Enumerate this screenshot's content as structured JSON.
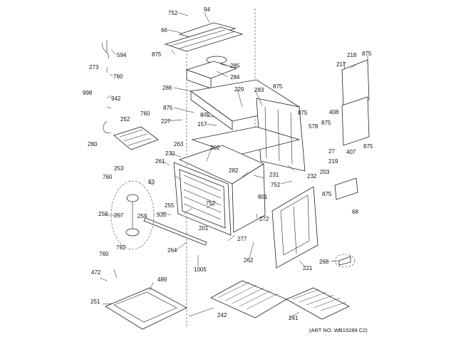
{
  "diagram": {
    "art_no": "(ART NO. WB15289 C2)",
    "labels": [
      "752",
      "94",
      "66",
      "875",
      "594",
      "285",
      "284",
      "273",
      "760",
      "286",
      "229",
      "283",
      "875",
      "218",
      "875",
      "217",
      "998",
      "942",
      "875",
      "227",
      "157",
      "875",
      "875",
      "578",
      "408",
      "875",
      "27",
      "280",
      "252",
      "760",
      "263",
      "202",
      "230",
      "261",
      "219",
      "407",
      "875",
      "253",
      "760",
      "282",
      "231",
      "203",
      "232",
      "752",
      "875",
      "83",
      "801",
      "258",
      "257",
      "259",
      "255",
      "752",
      "272",
      "68",
      "935",
      "201",
      "277",
      "792",
      "264",
      "262",
      "760",
      "1005",
      "221",
      "268",
      "472",
      "489",
      "251",
      "242",
      "241"
    ]
  }
}
